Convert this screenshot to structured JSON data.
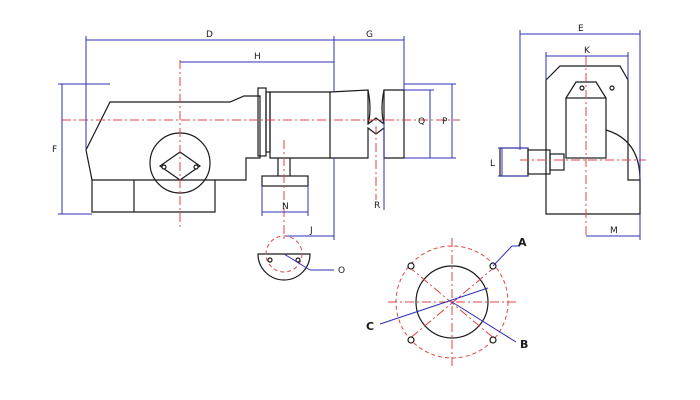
{
  "labels": {
    "D": "D",
    "G": "G",
    "H": "H",
    "F": "F",
    "Q": "Q",
    "P": "P",
    "R": "R",
    "N": "N",
    "J": "J",
    "O": "O",
    "E": "E",
    "K": "K",
    "L": "L",
    "M": "M",
    "A": "A",
    "B": "B",
    "C": "C"
  },
  "colors": {
    "outline": "#1a1a1a",
    "dimension": "#2f2fb8",
    "centerline": "#e04646"
  }
}
